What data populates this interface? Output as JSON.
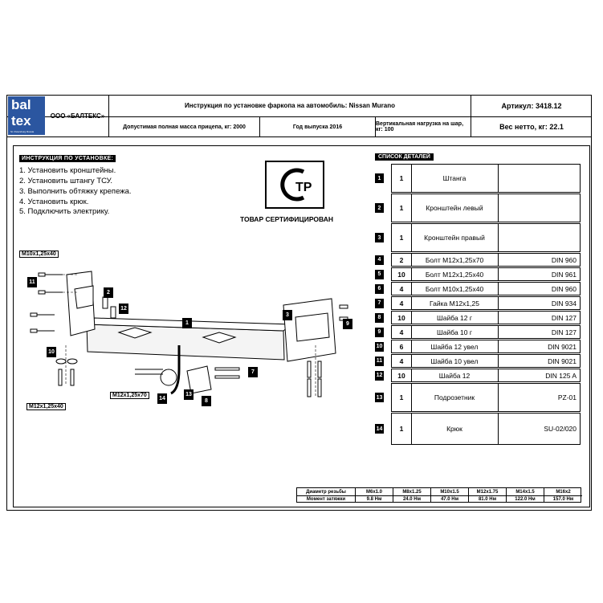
{
  "header": {
    "logo_line1": "bal",
    "logo_line2": "tex",
    "logo_sub": "St. Petersburg Russia",
    "company": "ООО «БАЛТЕКС»",
    "title": "Инструкция по установке фаркопа на автомобиль: Nissan Murano",
    "article": "Артикул:   3418.12",
    "max_trailer": "Допустимая полная масса прицепа, кг: 2000",
    "year": "Год выпуска 2016",
    "vertical_load": "Вертикальная нагрузка на шар, кг: 100",
    "weight": "Вес нетто, кг: 22.1"
  },
  "instructions": {
    "title": "ИНСТРУКЦИЯ ПО УСТАНОВКЕ:",
    "steps": [
      "1. Установить кронштейны.",
      "2. Установить штангу ТСУ.",
      "3. Выполнить обтяжку крепежа.",
      "4. Установить крюк.",
      "5. Подключить электрику."
    ]
  },
  "certificate": {
    "text": "ТОВАР СЕРТИФИЦИРОВАН",
    "mark": "ТР"
  },
  "parts": {
    "title": "СПИСОК ДЕТАЛЕЙ",
    "items": [
      {
        "no": "1",
        "qty": "1",
        "name": "Штанга",
        "std": ""
      },
      {
        "no": "2",
        "qty": "1",
        "name": "Кронштейн левый",
        "std": ""
      },
      {
        "no": "3",
        "qty": "1",
        "name": "Кронштейн правый",
        "std": ""
      },
      {
        "no": "4",
        "qty": "2",
        "name": "Болт М12х1,25х70",
        "std": "DIN 960"
      },
      {
        "no": "5",
        "qty": "10",
        "name": "Болт М12х1,25х40",
        "std": "DIN 961"
      },
      {
        "no": "6",
        "qty": "4",
        "name": "Болт М10х1,25х40",
        "std": "DIN 960"
      },
      {
        "no": "7",
        "qty": "4",
        "name": "Гайка М12х1,25",
        "std": "DIN 934"
      },
      {
        "no": "8",
        "qty": "10",
        "name": "Шайба 12 г",
        "std": "DIN 127"
      },
      {
        "no": "9",
        "qty": "4",
        "name": "Шайба 10 г",
        "std": "DIN 127"
      },
      {
        "no": "10",
        "qty": "6",
        "name": "Шайба 12 увел",
        "std": "DIN 9021"
      },
      {
        "no": "11",
        "qty": "4",
        "name": "Шайба 10 увел",
        "std": "DIN 9021"
      },
      {
        "no": "12",
        "qty": "10",
        "name": "Шайба 12",
        "std": "DIN 125 A"
      },
      {
        "no": "13",
        "qty": "1",
        "name": "Подрозетник",
        "std": "PZ-01"
      },
      {
        "no": "14",
        "qty": "1",
        "name": "Крюк",
        "std": "SU-02/020"
      }
    ]
  },
  "diagram": {
    "bolt_label_a": "М10х1,25х40",
    "bolt_label_b": "М12х1,25х40",
    "bolt_label_c": "М12х1,25х70",
    "callouts": [
      "1",
      "2",
      "3",
      "7",
      "8",
      "9",
      "10",
      "11",
      "12",
      "13",
      "14"
    ]
  },
  "torque": {
    "row1_label": "Диаметр резьбы",
    "row2_label": "Момент затяжки",
    "sizes": [
      "М6х1.0",
      "М8х1.25",
      "М10х1.5",
      "М12х1.75",
      "М14х1.5",
      "М16х2"
    ],
    "values": [
      "9.8 Нм",
      "24.0 Нм",
      "47.0 Нм",
      "81.0 Нм",
      "122.0 Нм",
      "157.0 Нм"
    ]
  }
}
